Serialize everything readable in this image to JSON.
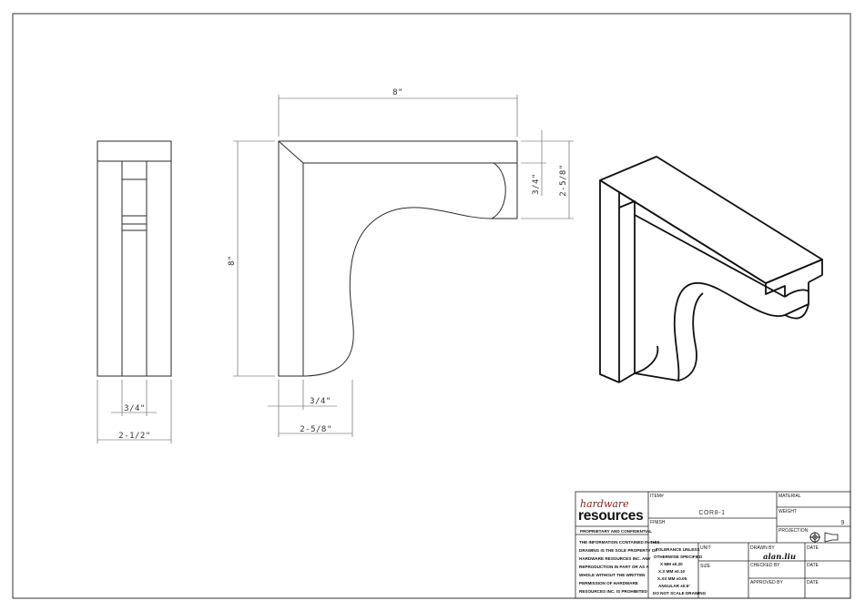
{
  "views": {
    "side_width_overall": "2-1/2\"",
    "side_inner_width": "3/4\"",
    "front_top_width": "8\"",
    "front_height": "8\"",
    "front_top_thickness": "3/4\"",
    "front_right_height": "2-5/8\"",
    "front_bottom_thickness": "3/4\"",
    "front_bottom_width": "2-5/8\""
  },
  "title_block": {
    "logo_line1": "hardware",
    "logo_line2": "resources",
    "proprietary_heading": "PROPRIETARY AND CONFIDENTIAL",
    "proprietary_text": [
      "THE INFORMATION CONTAINED IN THIS",
      "DRAWING IS THE SOLE PROPERTY OF",
      "HARDWARE RESOURCES INC.  ANY",
      "REPRODUCTION IN PART OR AS A",
      "WHOLE  WITHOUT THE WRITTEN",
      "PERMISSION OF HARDWARE",
      "RESOURCES INC. IS PROHIBITED"
    ],
    "item_label": "ITEM#",
    "item_value": "COR8-1",
    "finish_label": "FINISH",
    "material_label": "MATERIAL",
    "weight_label": "WEIGHT",
    "weight_value": "9",
    "projection_label": "PROJECTION",
    "tolerance_lines": [
      "TOLERANCE UNLESS",
      "OTHERWISE SPECIFIED",
      "X      MM     ±0.20",
      "X.X    MM     ±0.10",
      "X.XX   MM     ±0.05",
      "ANGULAR        ±0.5°",
      "DO NOT SCALE DRAWING"
    ],
    "unit_label": "UNIT",
    "size_label": "SIZE",
    "drawn_by_label": "DRAWN BY",
    "drawn_by_value": "alan.liu",
    "checked_by_label": "CHECKED BY",
    "approved_by_label": "APPROVED BY",
    "date_label": "DATE"
  }
}
